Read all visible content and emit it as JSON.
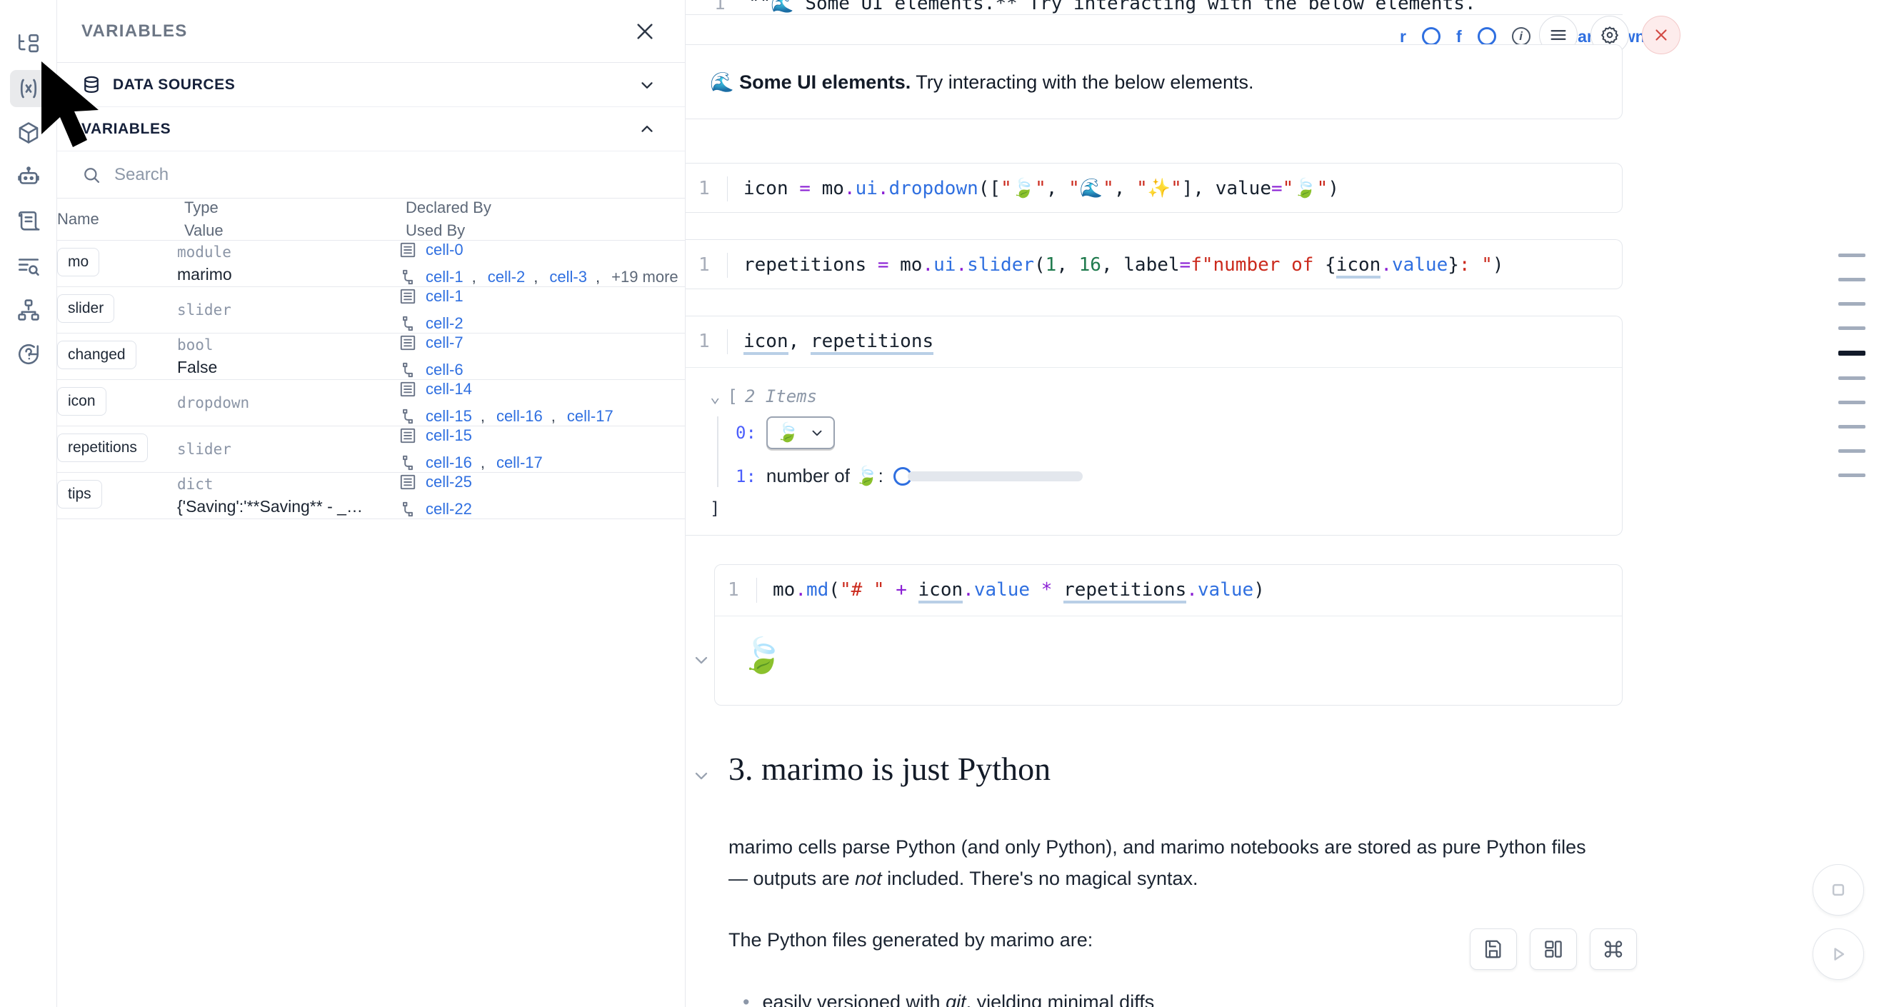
{
  "rail": {
    "items": [
      {
        "name": "file-explorer-icon",
        "label": "File explorer",
        "active": false
      },
      {
        "name": "variables-icon",
        "label": "Variables",
        "active": true
      },
      {
        "name": "packages-icon",
        "label": "Packages",
        "active": false
      },
      {
        "name": "ai-assistant-icon",
        "label": "AI assistant",
        "active": false
      },
      {
        "name": "scratchpad-icon",
        "label": "Scratchpad",
        "active": false
      },
      {
        "name": "logs-icon",
        "label": "Logs",
        "active": false
      },
      {
        "name": "dependency-graph-icon",
        "label": "Dependency graph",
        "active": false
      },
      {
        "name": "help-icon",
        "label": "Help",
        "active": false
      }
    ]
  },
  "panel": {
    "title": "VARIABLES",
    "close_label": "×",
    "sections": [
      {
        "label": "DATA SOURCES",
        "expanded": false,
        "chevron": "⌄"
      },
      {
        "label": "VARIABLES",
        "expanded": true,
        "chevron": "⌃"
      }
    ],
    "search": {
      "placeholder": "Search",
      "value": ""
    },
    "table": {
      "headers": {
        "name": "Name",
        "type": "Type",
        "value": "Value",
        "declared_by": "Declared By",
        "used_by": "Used By"
      },
      "rows": [
        {
          "name": "mo",
          "type": "module",
          "value": "marimo",
          "declared_by": [
            "cell-0"
          ],
          "used_by": [
            "cell-1",
            "cell-2",
            "cell-3"
          ],
          "used_by_more": "+19 more"
        },
        {
          "name": "slider",
          "type": "slider",
          "value": "",
          "declared_by": [
            "cell-1"
          ],
          "used_by": [
            "cell-2"
          ],
          "used_by_more": ""
        },
        {
          "name": "changed",
          "type": "bool",
          "value": "False",
          "declared_by": [
            "cell-7"
          ],
          "used_by": [
            "cell-6"
          ],
          "used_by_more": ""
        },
        {
          "name": "icon",
          "type": "dropdown",
          "value": "",
          "declared_by": [
            "cell-14"
          ],
          "used_by": [
            "cell-15",
            "cell-16",
            "cell-17"
          ],
          "used_by_more": ""
        },
        {
          "name": "repetitions",
          "type": "slider",
          "value": "",
          "declared_by": [
            "cell-15"
          ],
          "used_by": [
            "cell-16",
            "cell-17"
          ],
          "used_by_more": ""
        },
        {
          "name": "tips",
          "type": "dict",
          "value": "{'Saving':'**Saving** - _Na…",
          "declared_by": [
            "cell-25"
          ],
          "used_by": [
            "cell-22"
          ],
          "used_by_more": ""
        }
      ]
    }
  },
  "notebook": {
    "clipped_source_line": "\"\"🌊 Some UI elements.** Try interacting with the below elements.",
    "clipped_line_no": "1",
    "md_toolbar": {
      "r_label": "r",
      "f_label": "f",
      "info_label": "i",
      "language": "markdown",
      "menu_icon": "hamburger-icon",
      "settings_icon": "gear-icon",
      "delete_icon": "close-icon"
    },
    "md_output": {
      "emoji": "🌊",
      "bold": "Some UI elements.",
      "rest": " Try interacting with the below elements."
    },
    "cells": [
      {
        "id": "cell-dropdown",
        "line_no": "1",
        "code": "icon = mo.ui.dropdown([\"🍃\", \"🌊\", \"✨\"], value=\"🍃\")"
      },
      {
        "id": "cell-slider",
        "line_no": "1",
        "code": "repetitions = mo.ui.slider(1, 16, label=f\"number of {icon.value}: \")"
      },
      {
        "id": "cell-display",
        "line_no": "1",
        "code": "icon, repetitions"
      },
      {
        "id": "cell-md",
        "line_no": "1",
        "code": "mo.md(\"# \" + icon.value * repetitions.value)"
      }
    ],
    "list_output": {
      "open_bracket": "[",
      "close_bracket": "]",
      "items_label": "2 Items",
      "chevron": "⌄",
      "entries": [
        {
          "key": "0:",
          "kind": "dropdown",
          "value": "🍃",
          "chevron": "⌄"
        },
        {
          "key": "1:",
          "kind": "slider",
          "label": "number of 🍃:",
          "value": 1,
          "min": 1,
          "max": 16
        }
      ]
    },
    "md_render_output": {
      "emoji": "🍃"
    },
    "section": {
      "heading": "3. marimo is just Python",
      "para1_a": "marimo cells parse Python (and only Python), and marimo notebooks are stored as pure Python files — outputs are ",
      "para1_em": "not",
      "para1_b": " included. There's no magical syntax.",
      "para2": "The Python files generated by marimo are:",
      "bullet1_a": "easily versioned with ",
      "bullet1_em": "git",
      "bullet1_b": ", yielding minimal diffs"
    }
  },
  "minimap": {
    "markers": [
      {
        "active": false
      },
      {
        "active": false
      },
      {
        "active": false
      },
      {
        "active": false
      },
      {
        "active": true
      },
      {
        "active": false
      },
      {
        "active": false
      },
      {
        "active": false
      },
      {
        "active": false
      },
      {
        "active": false
      }
    ]
  },
  "float_toolbar": {
    "save_icon": "save-icon",
    "layout_icon": "layout-icon",
    "command_icon": "command-icon",
    "stop_icon": "stop-icon",
    "run_icon": "run-icon"
  }
}
